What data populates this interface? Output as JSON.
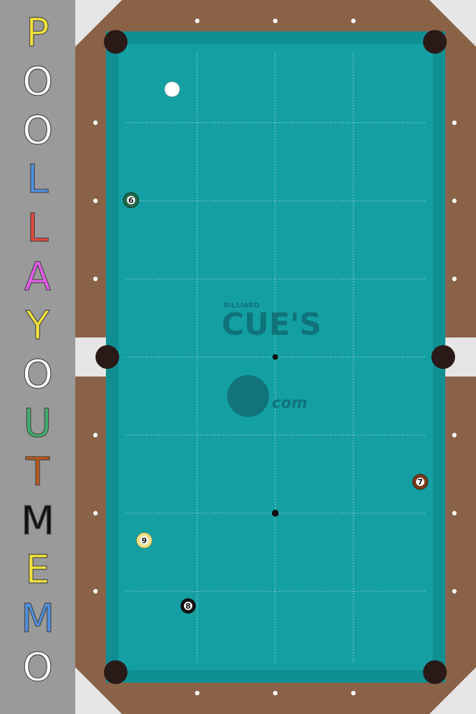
{
  "app": {
    "title_letters": [
      "P",
      "O",
      "O",
      "L",
      "L",
      "A",
      "Y",
      "O",
      "U",
      "T",
      "M",
      "E",
      "M",
      "O"
    ],
    "title_colors": [
      "#f3e23a",
      "#ffffff",
      "#ffffff",
      "#4f8fe0",
      "#e0483e",
      "#e55ae8",
      "#f3e23a",
      "#ffffff",
      "#3fae6a",
      "#b8561d",
      "#111111",
      "#f3e23a",
      "#4f8fe0",
      "#ffffff"
    ]
  },
  "table": {
    "felt_color": "#14a0a3",
    "rail_color": "#8a6248",
    "corner_color": "#e6e6e6"
  },
  "logo": {
    "small_text": "BILLIARD",
    "main_text": "CUE'S",
    "sub_text": "com"
  },
  "balls": [
    {
      "id": "cue",
      "label": "",
      "color": "#ffffff"
    },
    {
      "id": "ball-6",
      "label": "6",
      "color": "#1f6a4a"
    },
    {
      "id": "ball-7",
      "label": "7",
      "color": "#7a3b1a"
    },
    {
      "id": "ball-9",
      "label": "9",
      "color": "#f1e08a"
    },
    {
      "id": "ball-8",
      "label": "8",
      "color": "#111111"
    }
  ]
}
